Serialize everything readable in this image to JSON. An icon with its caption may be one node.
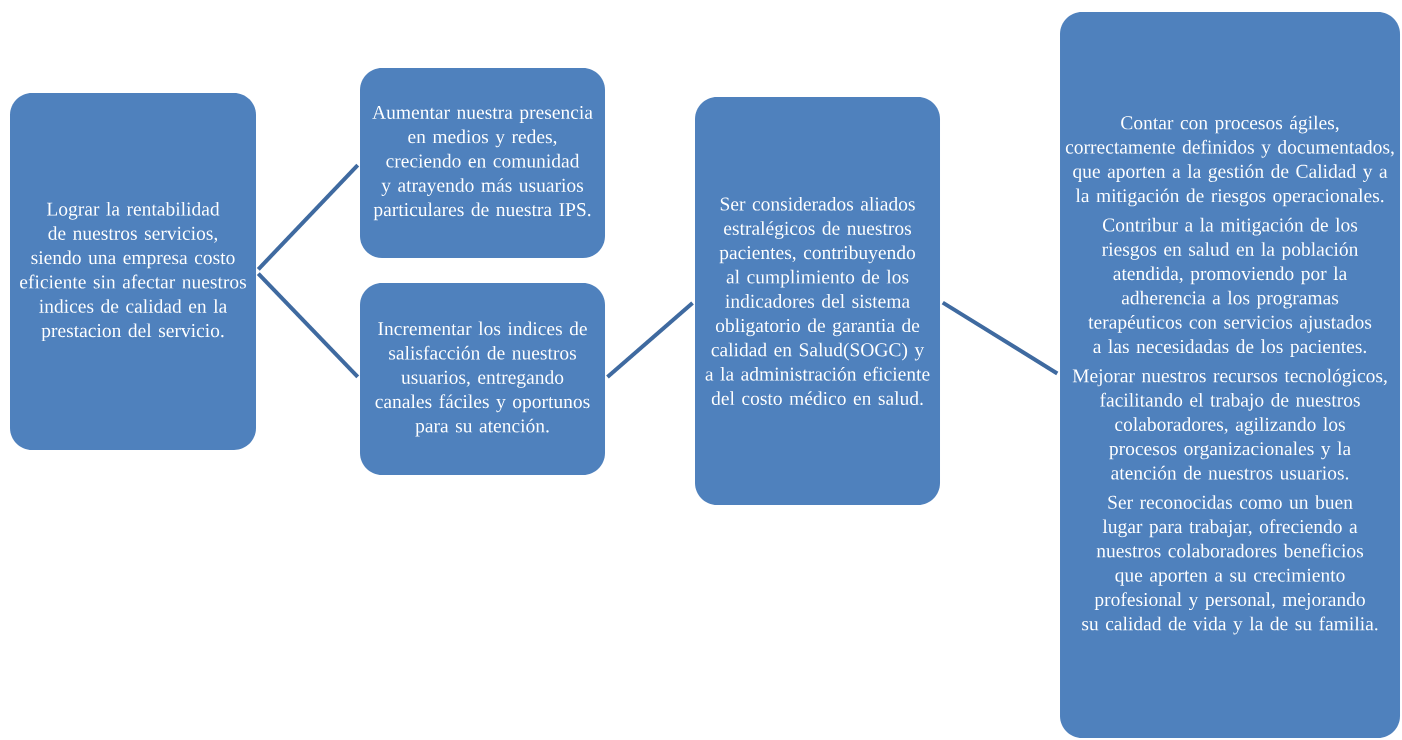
{
  "diagram": {
    "nodes": [
      {
        "text": [
          "Lograr la rentabilidad de nuestros servicios, siendo una empresa costo eficiente sin afectar nuestros indices de calidad en la prestacion del servicio."
        ]
      },
      {
        "text": [
          "Aumentar nuestra presencia en medios y redes, creciendo en comunidad y atrayendo más usuarios particulares de nuestra IPS."
        ]
      },
      {
        "text": [
          "Incrementar los indices de salisfacción de nuestros usuarios, entregando canales fáciles y oportunos para su atención."
        ]
      },
      {
        "text": [
          "Ser considerados aliados estralégicos de nuestros pacientes, contribuyendo al cumplimiento de los indicadores del sistema obligatorio de garantia de calidad en Salud(SOGC) y a la administración eficiente del costo médico en salud."
        ]
      },
      {
        "text": [
          "Contar con procesos ágiles, correctamente definidos y documentados, que aporten a la gestión de Calidad y a la mitigación de riesgos operacionales.",
          "Contribur a la mitigación de los riesgos en salud en la población atendida, promoviendo  por la adherencia a los programas terapéuticos con servicios ajustados a las necesidadas de los pacientes.",
          "Mejorar nuestros recursos tecnológicos, facilitando el trabajo de nuestros colaboradores, agilizando los procesos organizacionales y la atención de nuestros usuarios.",
          "Ser reconocidas como un buen lugar para trabajar, ofreciendo a nuestros colaboradores beneficios que aporten a su crecimiento profesional y personal, mejorando su calidad de vida y la de su familia."
        ]
      }
    ],
    "edges": [
      {
        "from": 0,
        "to": 1,
        "arrow": "none"
      },
      {
        "from": 0,
        "to": 2,
        "arrow": "none"
      },
      {
        "from": 2,
        "to": 3,
        "arrow": "none"
      },
      {
        "from": 3,
        "to": 4,
        "arrow": "none"
      }
    ]
  }
}
